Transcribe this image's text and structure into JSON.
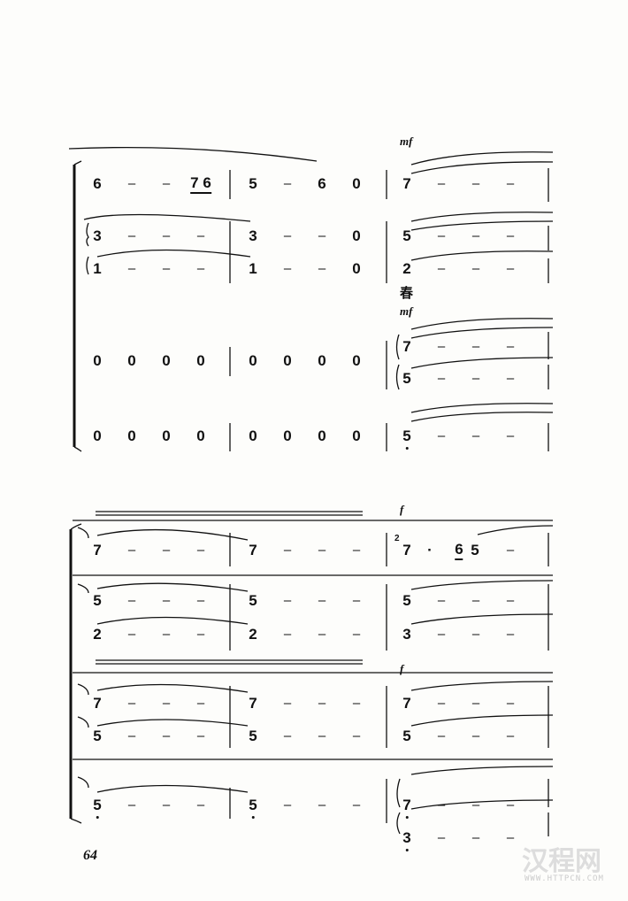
{
  "page_number": "64",
  "watermark": {
    "text": "汉程网",
    "url_text": "WWW.HTTPCN.COM"
  },
  "system1": {
    "dynamics": [
      "mf",
      "mf"
    ],
    "lyric": "春",
    "rows": [
      [
        [
          "6",
          "–",
          "–",
          {
            "n": "7 6",
            "u": true
          }
        ],
        [
          "5",
          "–",
          "6",
          "0"
        ],
        [
          "7",
          "–",
          "–",
          "–"
        ]
      ],
      [
        [
          "3",
          "–",
          "–",
          "–"
        ],
        [
          "3",
          "–",
          "–",
          "0"
        ],
        [
          "5",
          "–",
          "–",
          "–"
        ]
      ],
      [
        [
          "1",
          "–",
          "–",
          "–"
        ],
        [
          "1",
          "–",
          "–",
          "0"
        ],
        [
          "2",
          "–",
          "–",
          "–"
        ]
      ],
      [
        [],
        [],
        [
          "7",
          "–",
          "–",
          "–"
        ]
      ],
      [
        [
          "0",
          "0",
          "0",
          "0"
        ],
        [
          "0",
          "0",
          "0",
          "0"
        ],
        []
      ],
      [
        [],
        [],
        [
          "5",
          "–",
          "–",
          "–"
        ]
      ],
      [
        [
          "0",
          "0",
          "0",
          "0"
        ],
        [
          "0",
          "0",
          "0",
          "0"
        ],
        [
          {
            "n": "5",
            "d": true
          },
          "–",
          "–",
          "–"
        ]
      ]
    ]
  },
  "system2": {
    "dynamics": [
      "f",
      "f"
    ],
    "grace_note": "2",
    "rows": [
      [
        [
          "7",
          "–",
          "–",
          "–"
        ],
        [
          "7",
          "–",
          "–",
          "–"
        ],
        [
          "7",
          "·",
          {
            "n": "6",
            "u": true
          },
          "5",
          "–"
        ]
      ],
      [
        [
          "5",
          "–",
          "–",
          "–"
        ],
        [
          "5",
          "–",
          "–",
          "–"
        ],
        [
          "5",
          "–",
          "–",
          "–"
        ]
      ],
      [
        [
          "2",
          "–",
          "–",
          "–"
        ],
        [
          "2",
          "–",
          "–",
          "–"
        ],
        [
          "3",
          "–",
          "–",
          "–"
        ]
      ],
      [
        [
          "7",
          "–",
          "–",
          "–"
        ],
        [
          "7",
          "–",
          "–",
          "–"
        ],
        [
          "7",
          "–",
          "–",
          "–"
        ]
      ],
      [
        [
          "5",
          "–",
          "–",
          "–"
        ],
        [
          "5",
          "–",
          "–",
          "–"
        ],
        [
          "5",
          "–",
          "–",
          "–"
        ]
      ],
      [
        [
          {
            "n": "5",
            "d": true
          },
          "–",
          "–",
          "–"
        ],
        [
          {
            "n": "5",
            "d": true
          },
          "–",
          "–",
          "–"
        ],
        [
          {
            "n": "7",
            "d": true
          },
          "–",
          "–",
          "–"
        ]
      ],
      [
        [],
        [],
        [
          {
            "n": "3",
            "d": true
          },
          "–",
          "–",
          "–"
        ]
      ]
    ]
  }
}
